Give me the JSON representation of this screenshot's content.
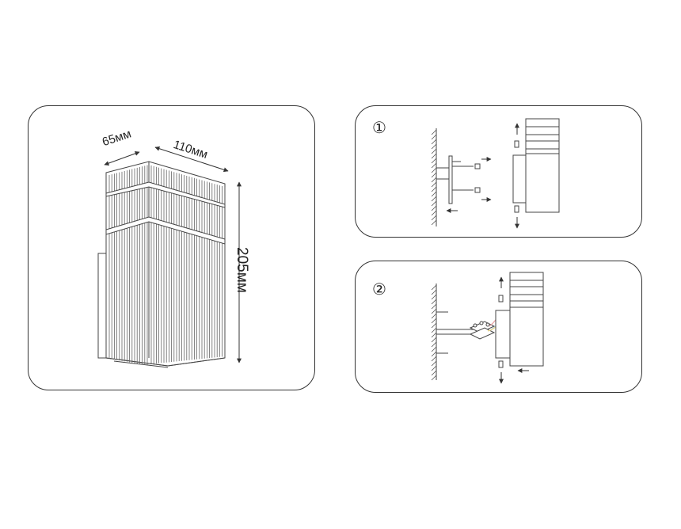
{
  "dimensions": {
    "depth": "65мм",
    "width": "110мм",
    "height": "205мм"
  },
  "steps": [
    {
      "number": "①"
    },
    {
      "number": "②"
    }
  ],
  "colors": {
    "line": "#333333",
    "wire_red": "#e8a0a0",
    "wire_blue": "#a0c4e8",
    "wire_yellow": "#f0dc8c"
  }
}
